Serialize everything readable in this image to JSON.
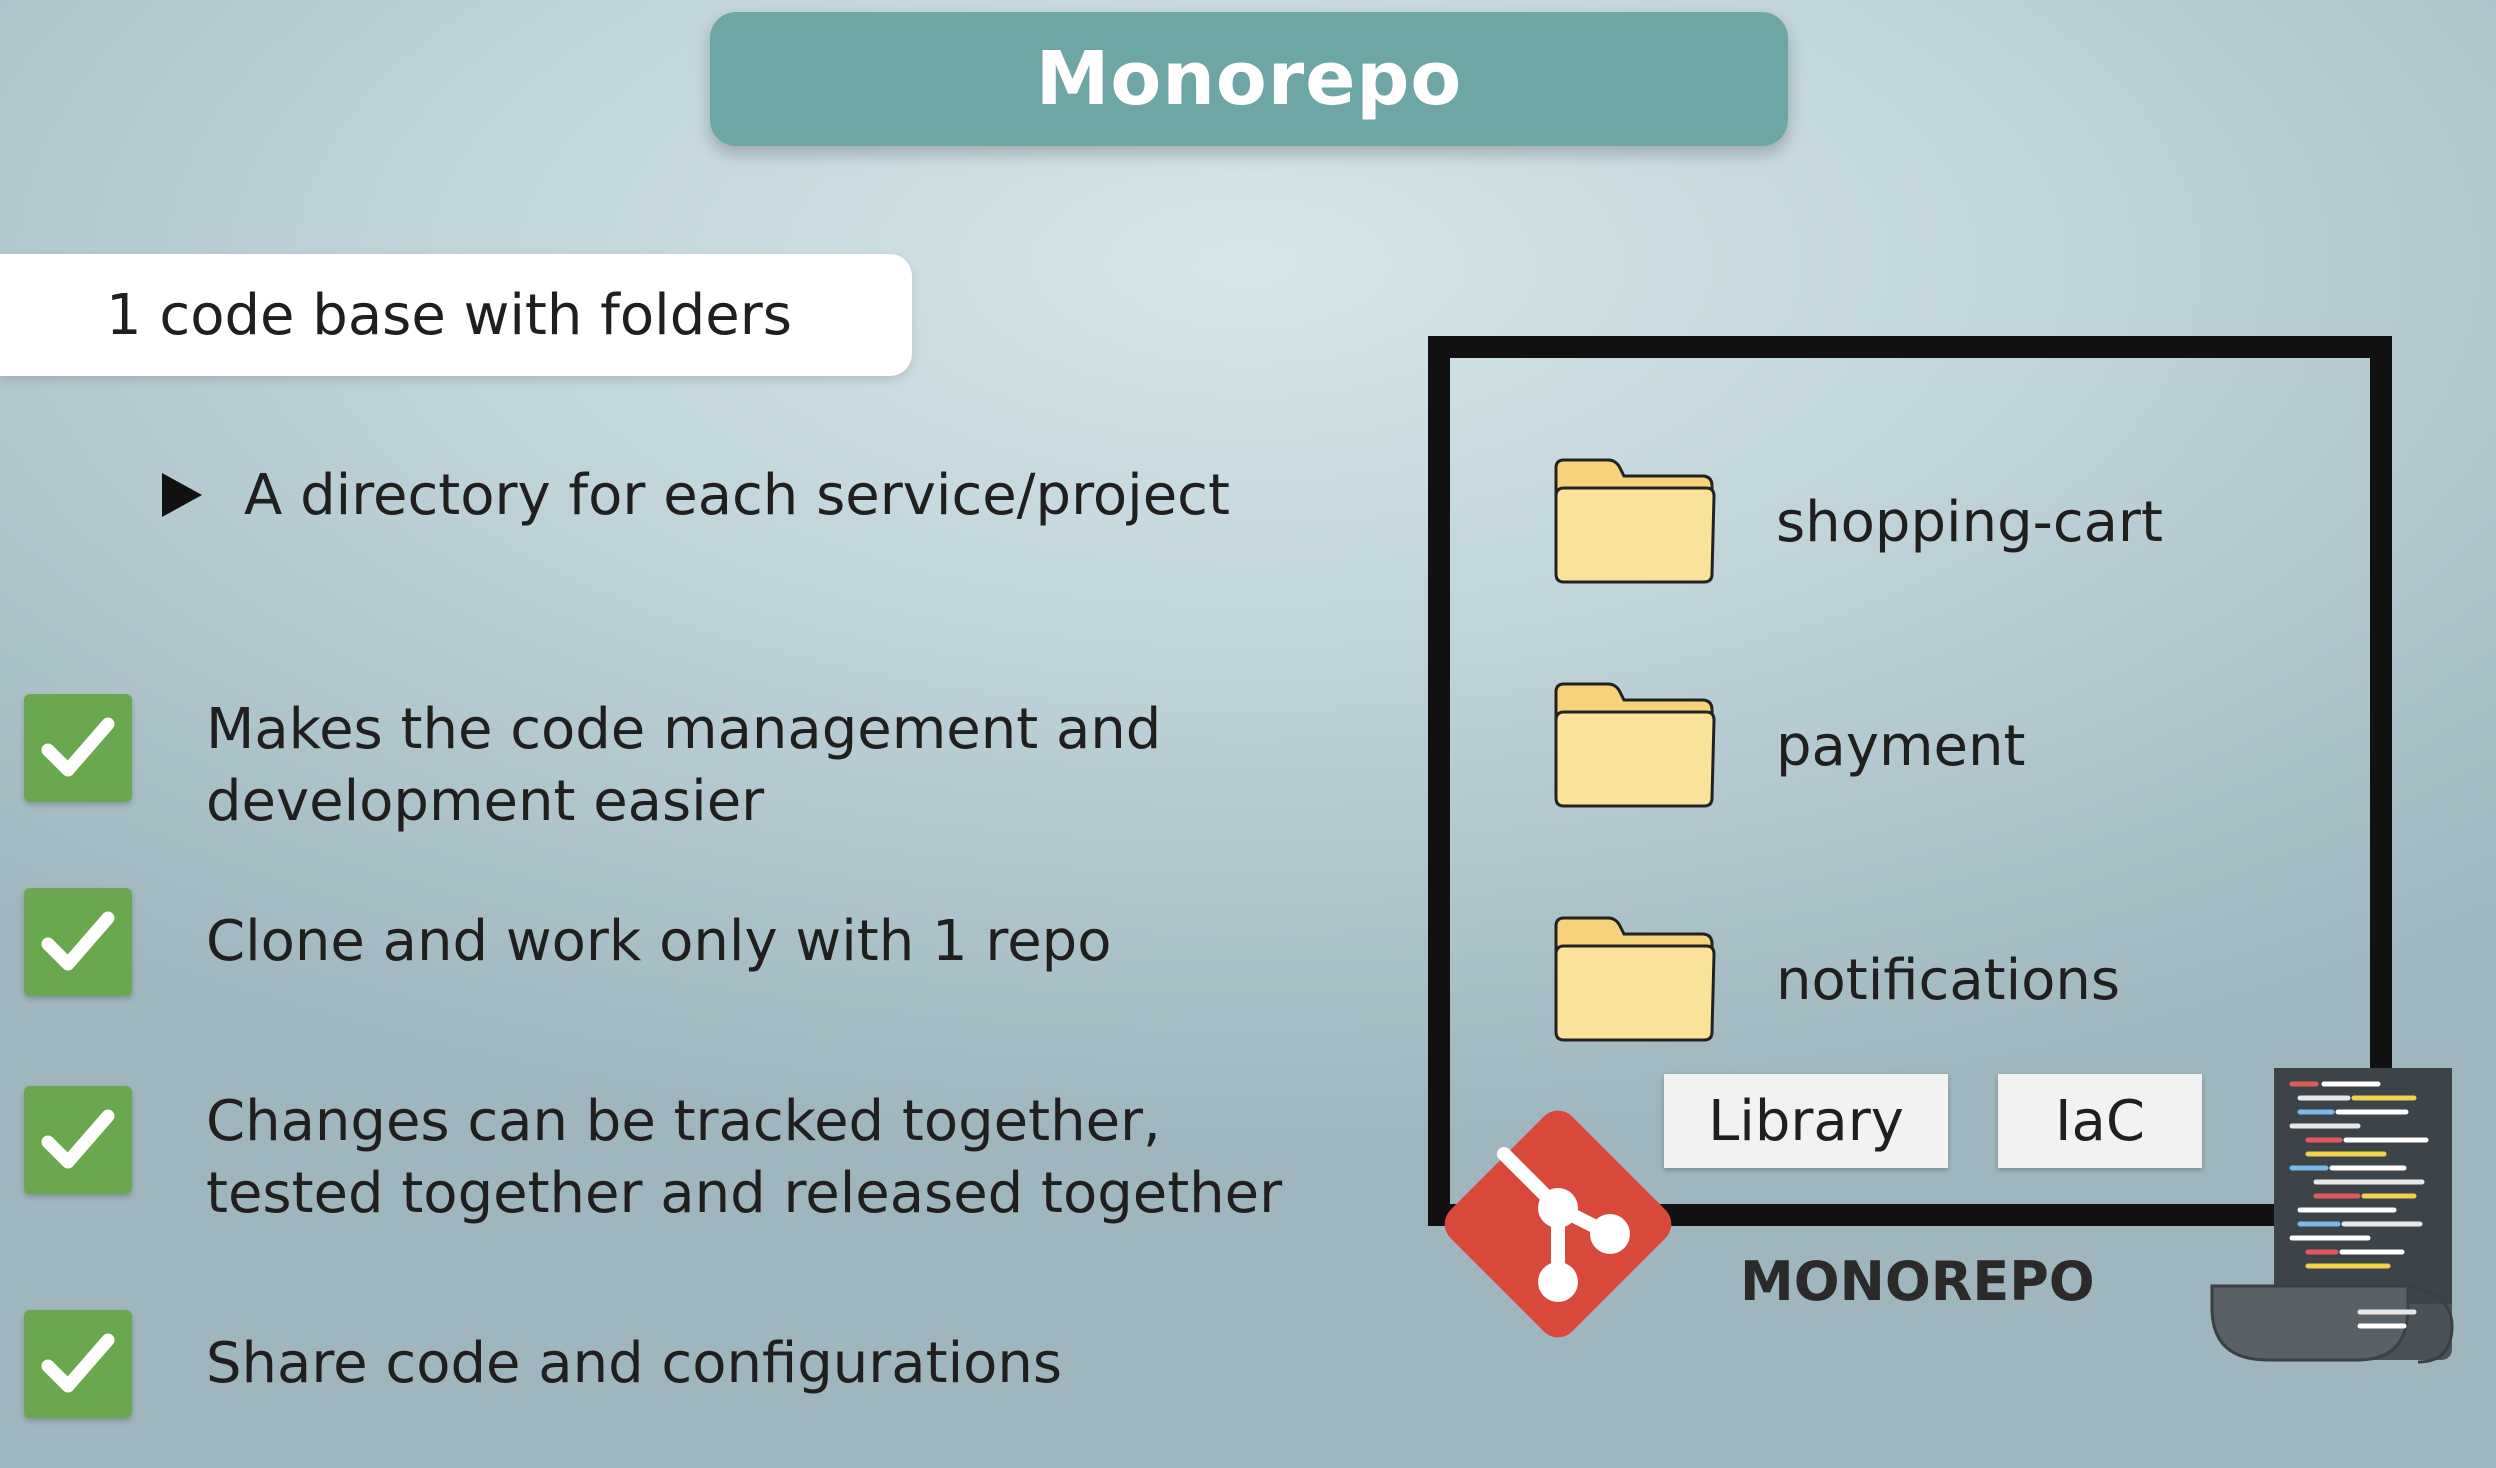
{
  "title": "Monorepo",
  "subtitle": "1 code base with folders",
  "bullet": "A directory for each service/project",
  "benefits": [
    [
      "Makes the code management and",
      "development easier"
    ],
    [
      "Clone and work only with 1 repo"
    ],
    [
      "Changes can be tracked together,",
      "tested together and released together"
    ],
    [
      "Share code and configurations"
    ]
  ],
  "folders": [
    "shopping-cart",
    "payment",
    "notifications"
  ],
  "tags": {
    "library": "Library",
    "iac": "IaC"
  },
  "caption": "MONOREPO",
  "icons": {
    "check": "checkmark-icon",
    "folder": "folder-icon",
    "git": "git-logo-icon",
    "code": "code-scroll-icon"
  },
  "colors": {
    "banner": "#6ea6a5",
    "check": "#6aa84f",
    "folder": "#fbe29a",
    "git": "#d9493b"
  }
}
